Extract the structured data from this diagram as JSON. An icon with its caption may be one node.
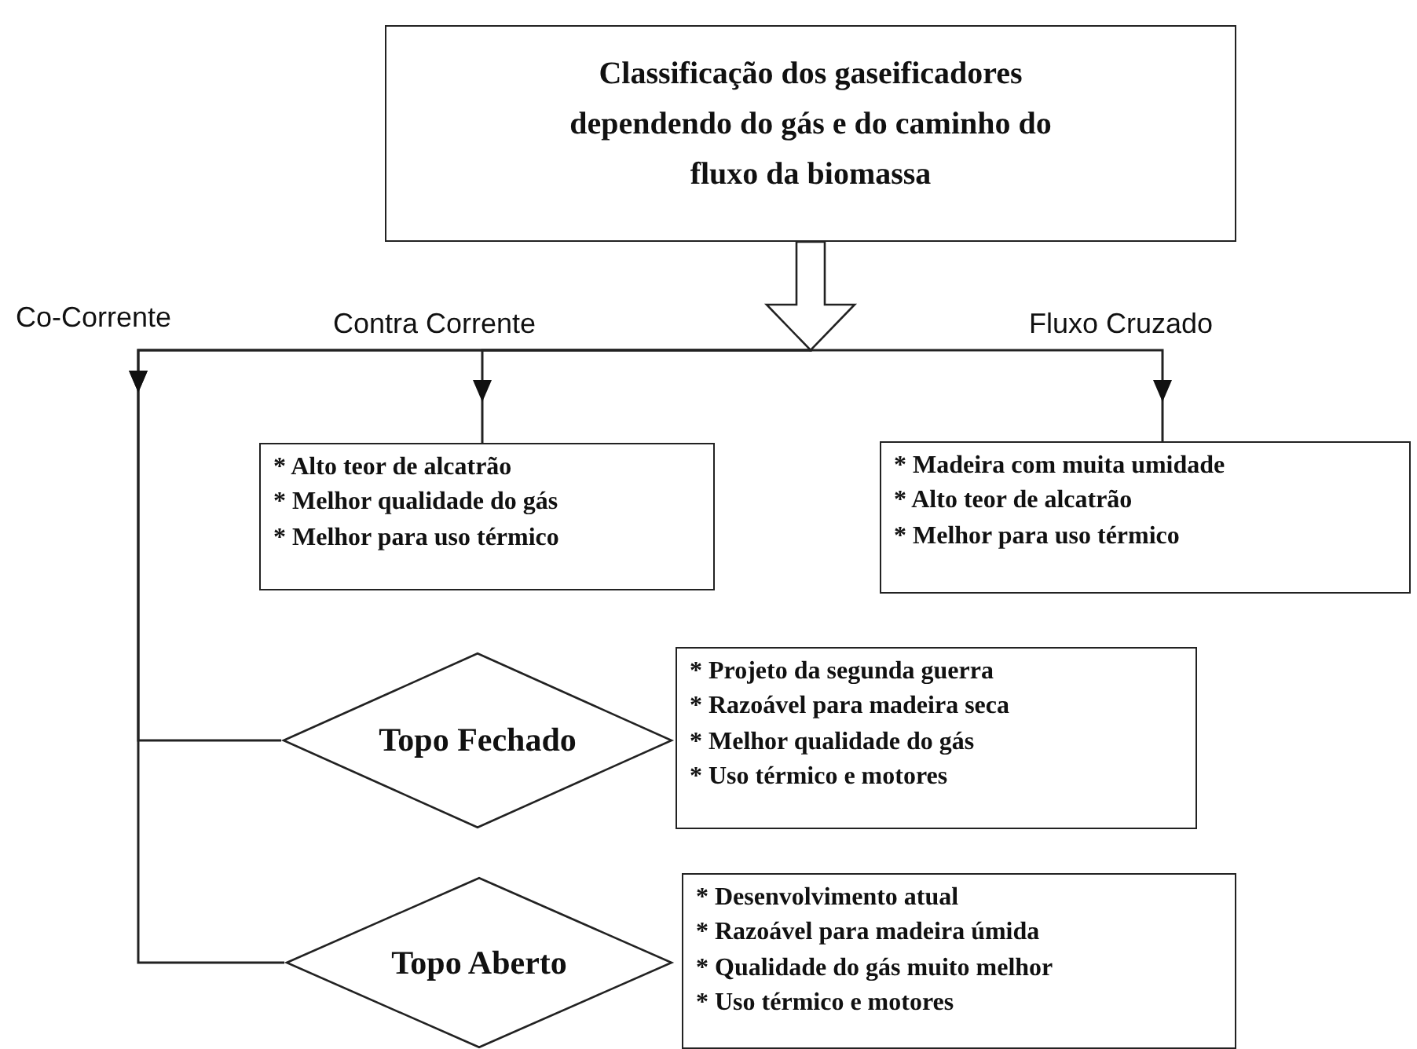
{
  "diagram": {
    "nodes": [
      {
        "text": [
          "Classificação dos gaseificadores dependendo do gás e do caminho do fluxo da biomassa"
        ]
      },
      {
        "text": [
          "* Alto teor de alcatrão",
          "* Melhor qualidade do gás",
          "* Melhor para uso térmico"
        ]
      },
      {
        "text": [
          "* Madeira com muita umidade",
          "* Alto teor de alcatrão",
          "* Melhor para uso térmico"
        ]
      },
      {
        "text": [
          "Topo Fechado"
        ]
      },
      {
        "text": [
          "* Projeto da segunda guerra",
          "* Razoável para madeira seca",
          "* Melhor qualidade do gás",
          "* Uso térmico e motores"
        ]
      },
      {
        "text": [
          "Topo Aberto"
        ]
      },
      {
        "text": [
          "* Desenvolvimento atual",
          "* Razoável para madeira úmida",
          "* Qualidade do gás muito melhor",
          "* Uso térmico e motores"
        ]
      }
    ],
    "edges": [
      {
        "from": 0,
        "to": 1,
        "arrow": "to"
      },
      {
        "from": 0,
        "to": 2,
        "arrow": "to"
      },
      {
        "from": 0,
        "to": 3,
        "arrow": "to"
      },
      {
        "from": 0,
        "to": 5,
        "arrow": "to"
      }
    ],
    "labels": [
      "Co-Corrente",
      "Contra Corrente",
      "Fluxo Cruzado"
    ]
  }
}
